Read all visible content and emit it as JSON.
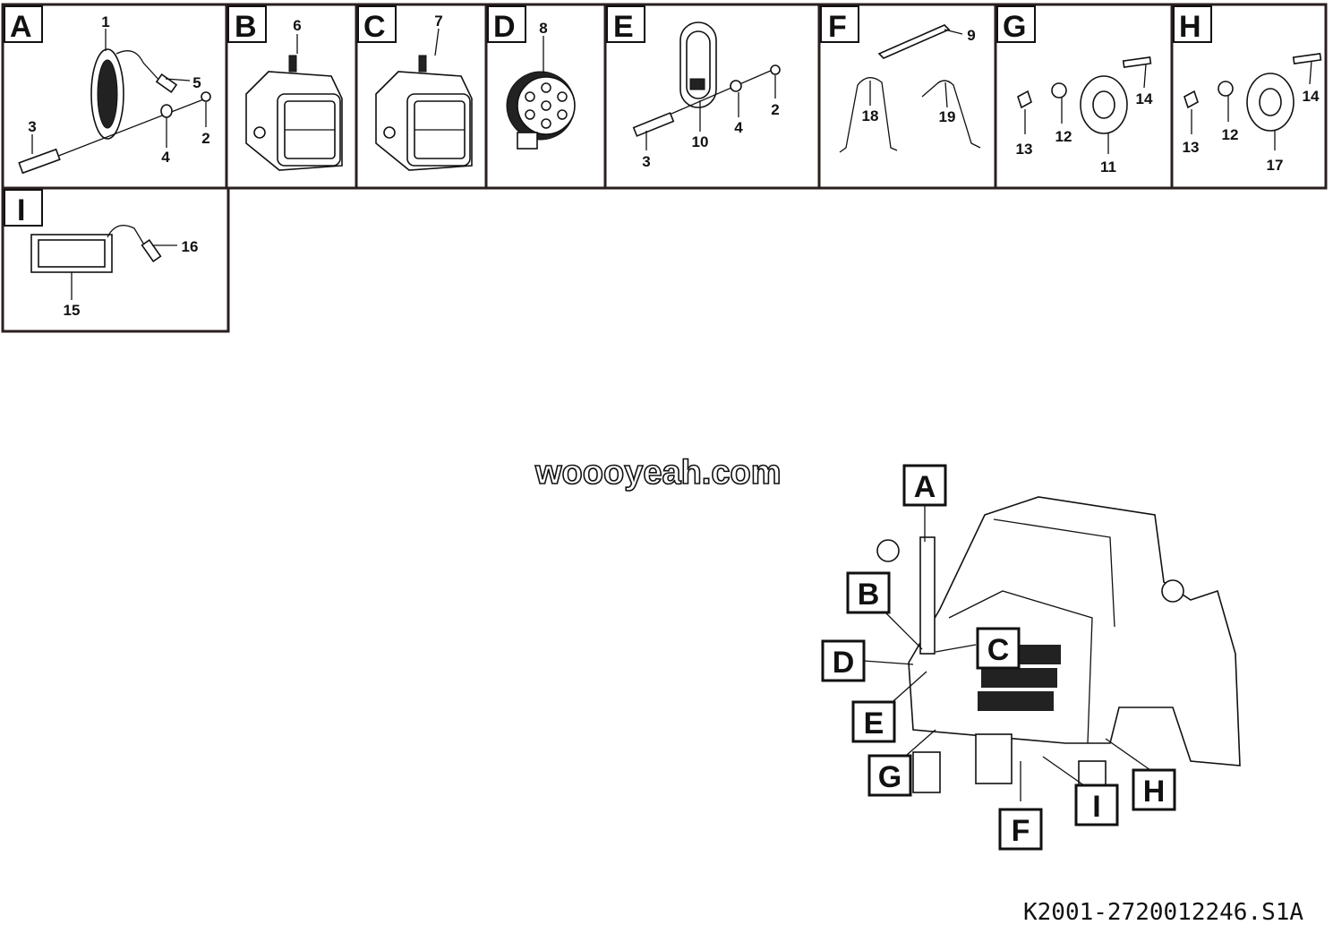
{
  "panels": [
    {
      "label": "A",
      "callouts": [
        "1",
        "5",
        "3",
        "4",
        "2"
      ]
    },
    {
      "label": "B",
      "callouts": [
        "6"
      ]
    },
    {
      "label": "C",
      "callouts": [
        "7"
      ]
    },
    {
      "label": "D",
      "callouts": [
        "8"
      ]
    },
    {
      "label": "E",
      "callouts": [
        "10",
        "4",
        "2",
        "3"
      ]
    },
    {
      "label": "F",
      "callouts": [
        "9",
        "18",
        "19"
      ]
    },
    {
      "label": "G",
      "callouts": [
        "14",
        "13",
        "12",
        "11"
      ]
    },
    {
      "label": "H",
      "callouts": [
        "14",
        "13",
        "12",
        "17"
      ]
    },
    {
      "label": "I",
      "callouts": [
        "16",
        "15"
      ]
    }
  ],
  "machine_labels": [
    "A",
    "B",
    "C",
    "D",
    "E",
    "G",
    "F",
    "I",
    "H"
  ],
  "watermark": "woooyeah.com",
  "drawing_code": "K2001-2720012246.S1A"
}
